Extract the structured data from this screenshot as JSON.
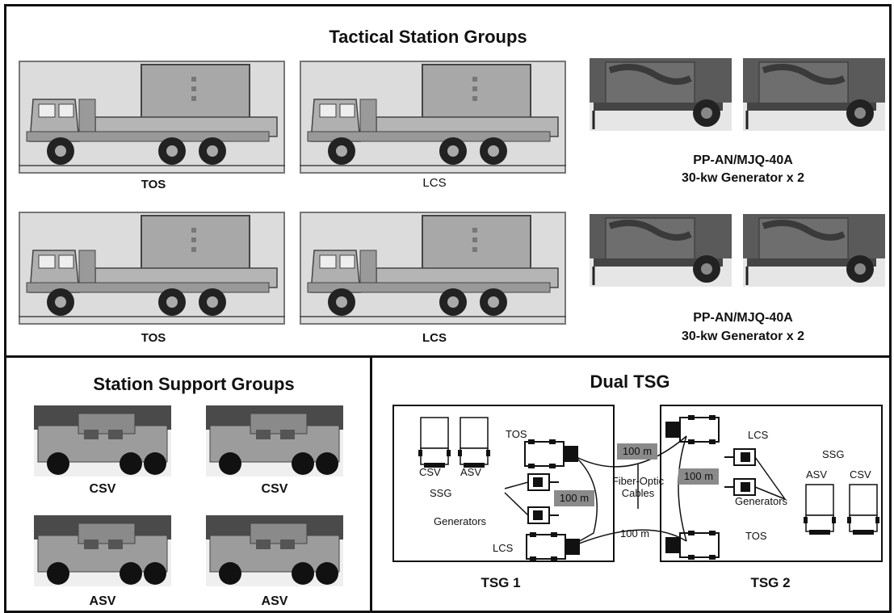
{
  "tsg": {
    "title": "Tactical Station Groups",
    "trucks": [
      "TOS",
      "LCS",
      "TOS",
      "LCS"
    ],
    "generators": [
      {
        "line1": "PP-AN/MJQ-40A",
        "line2": "30-kw Generator x 2"
      },
      {
        "line1": "PP-AN/MJQ-40A",
        "line2": "30-kw Generator x 2"
      }
    ]
  },
  "ssg": {
    "title": "Station Support Groups",
    "vehicles": [
      "CSV",
      "CSV",
      "ASV",
      "ASV"
    ]
  },
  "dual": {
    "title": "Dual TSG",
    "tsg1_label": "TSG 1",
    "tsg2_label": "TSG 2",
    "left": {
      "csv": "CSV",
      "asv": "ASV",
      "tos": "TOS",
      "ssg": "SSG",
      "generators": "Generators",
      "lcs": "LCS"
    },
    "right": {
      "lcs": "LCS",
      "ssg": "SSG",
      "asv": "ASV",
      "csv": "CSV",
      "generators": "Generators",
      "tos": "TOS"
    },
    "dist_top": "100 m",
    "dist_mid_left": "100 m",
    "dist_mid_right": "100 m",
    "dist_bottom": "100 m",
    "cables": "Fiber-Optic\nCables"
  }
}
